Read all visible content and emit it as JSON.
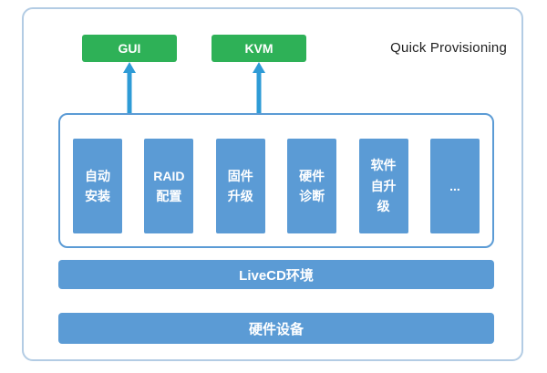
{
  "title": "Quick Provisioning",
  "nodes": {
    "gui": {
      "label": "GUI"
    },
    "kvm": {
      "label": "KVM"
    }
  },
  "modules": [
    {
      "name": "auto-install",
      "label": "自动\n安装"
    },
    {
      "name": "raid-config",
      "label": "RAID\n配置"
    },
    {
      "name": "firmware-upgrade",
      "label": "固件\n升级"
    },
    {
      "name": "hardware-diagnosis",
      "label": "硬件\n诊断"
    },
    {
      "name": "software-self-upgrade",
      "label": "软件\n自升\n级"
    },
    {
      "name": "more",
      "label": "..."
    }
  ],
  "layers": [
    {
      "name": "livecd",
      "label": "LiveCD环境"
    },
    {
      "name": "hardware",
      "label": "硬件设备"
    }
  ],
  "colors": {
    "green": "#2EB157",
    "blue": "#5B9BD5",
    "arrow": "#2E9BD6",
    "frame-border": "#B3CCE4",
    "container-border": "#5B9BD5",
    "title-text": "#1F1F1F"
  }
}
